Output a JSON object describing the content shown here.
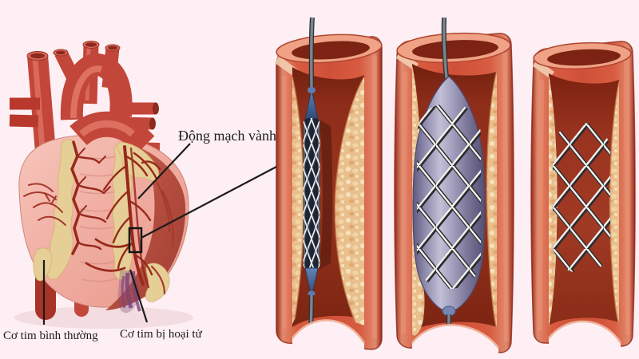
{
  "illustration": {
    "background_color": "#fdeff3",
    "labels": {
      "coronary_artery": "Động mạch vành",
      "normal_myocardium": "Cơ tim bình thường",
      "necrotic_myocardium": "Cơ tim bị hoại tử"
    },
    "colors": {
      "artery_red": "#cf5038",
      "artery_wall_highlight": "#e08a6d",
      "heart_pink": "#f0aca0",
      "heart_dark_red": "#b04a3c",
      "plaque_yellow": "#e9bf8e",
      "fat_yellow": "#e6cf96",
      "necrosis_purple": "#7d4575",
      "balloon_blue": "#8d89ac",
      "stent_white": "#f3f2ee",
      "annotation_black": "#1c1c1c"
    }
  }
}
